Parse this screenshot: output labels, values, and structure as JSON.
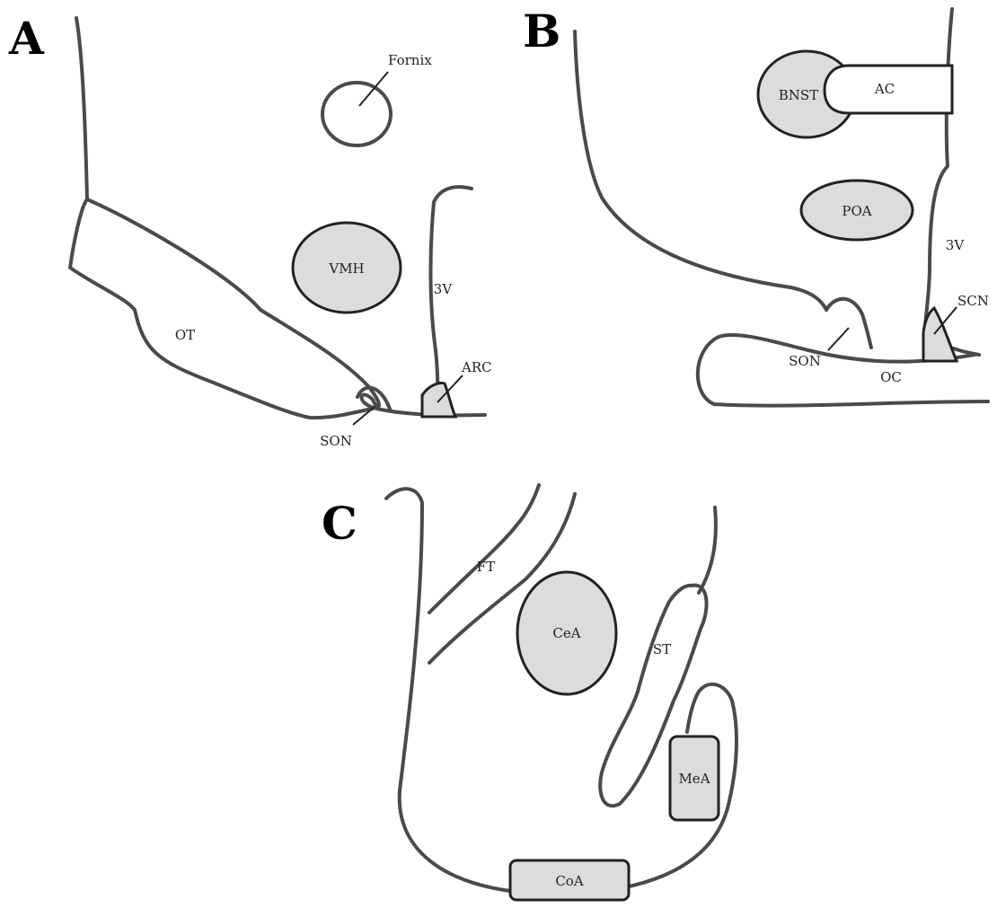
{
  "panels": {
    "a": {
      "letter": "A",
      "labels": {
        "fornix": "Fornix",
        "vmh": "VMH",
        "ot": "OT",
        "third_ventricle": "3V",
        "arc": "ARC",
        "son": "SON"
      }
    },
    "b": {
      "letter": "B",
      "labels": {
        "bnst": "BNST",
        "ac": "AC",
        "poa": "POA",
        "third_ventricle": "3V",
        "scn": "SCN",
        "son": "SON",
        "oc": "OC"
      }
    },
    "c": {
      "letter": "C",
      "labels": {
        "ft": "FT",
        "cea": "CeA",
        "st": "ST",
        "mea": "MeA",
        "coa": "CoA"
      }
    }
  },
  "colors": {
    "outline": "#4a4a4a",
    "region_fill": "#dcdcdc",
    "text": "#222222"
  }
}
